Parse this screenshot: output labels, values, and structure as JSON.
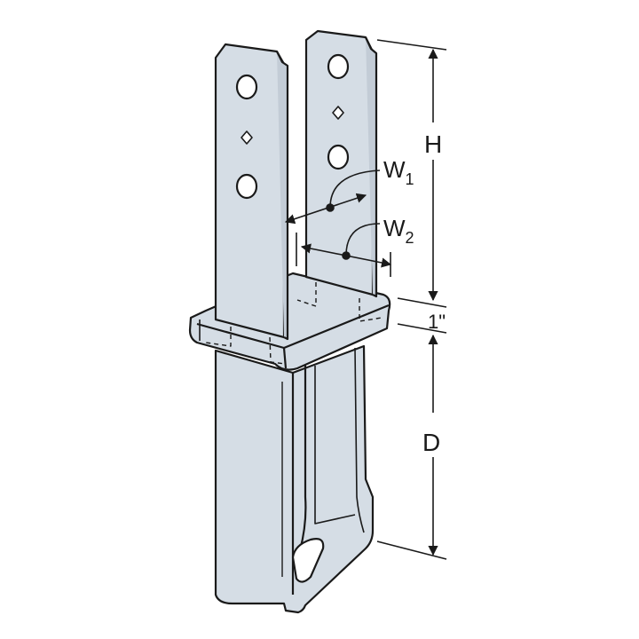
{
  "diagram": {
    "subject": "post base bracket",
    "colors": {
      "metal_fill": "#d5dde5",
      "metal_fill_dark": "#c3ccd6",
      "outline": "#1a1a1a",
      "background": "#ffffff"
    },
    "dimensions": {
      "height": {
        "label": "H"
      },
      "width1": {
        "label": "W",
        "subscript": "1"
      },
      "width2": {
        "label": "W",
        "subscript": "2"
      },
      "standoff": {
        "label": "1\""
      },
      "depth": {
        "label": "D"
      }
    }
  }
}
